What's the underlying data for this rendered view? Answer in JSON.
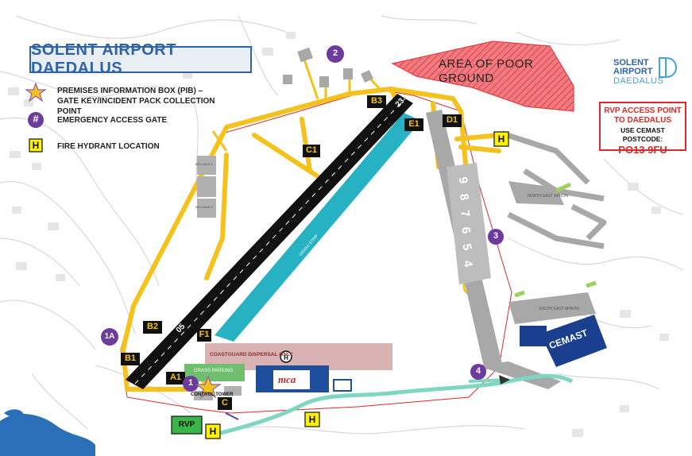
{
  "title": "SOLENT AIRPORT DAEDALUS",
  "logo": {
    "line1": "SOLENT",
    "line2": "AIRPORT",
    "line3": "DAEDALUS"
  },
  "legend": {
    "pib": "PREMISES INFORMATION BOX (PIB) – GATE KEY/INCIDENT PACK COLLECTION POINT",
    "gate_symbol": "#",
    "gate": "EMERGENCY ACCESS GATE",
    "hydrant_symbol": "H",
    "hydrant": "FIRE HYDRANT LOCATION"
  },
  "rvp_box": {
    "line1": "RVP ACCESS POINT",
    "line2": "TO DAEDALUS",
    "line3": "USE CEMAST POSTCODE:",
    "postcode": "PO13 9FU"
  },
  "poor_ground_label": "AREA OF POOR GROUND",
  "runway_ends": {
    "north": "23",
    "south": "05"
  },
  "taxiways": {
    "a1": "A1",
    "b1": "B1",
    "b2": "B2",
    "b3": "B3",
    "c1": "C1",
    "d1": "D1",
    "e1": "E1",
    "f1": "F1",
    "c": "C"
  },
  "gates": {
    "g1": "1",
    "g1a": "1A",
    "g2": "2",
    "g3": "3",
    "g4": "4"
  },
  "hydrant_label": "H",
  "rvp_label": "RVP",
  "pads": [
    "9",
    "8",
    "7",
    "6",
    "5",
    "4"
  ],
  "areas": {
    "coastguard": "COASTGUARD DISPERSAL ONLY",
    "grass_parking": "GRASS PARKING",
    "control_tower": "CONTROL TOWER",
    "cemast": "CEMAST",
    "mca": "mca",
    "grass_strip": "GRASS STRIP",
    "north_east_apron": "NORTH EAST APRON",
    "south_east_apron": "SOUTH EAST APRON",
    "bellman1": "BELLMAN 1",
    "bellman2": "BELLMAN 2"
  },
  "colors": {
    "taxiway": "#f5c21b",
    "runway": "#111111",
    "grass_runway": "#27b2c4",
    "gate": "#6d3b9e",
    "hydrant": "#fff200",
    "rvp": "#39b54a",
    "poor_ground": "#ee4d55",
    "cemast": "#1a3f8f",
    "sea": "#2b6fb8",
    "boundary": "#e12828",
    "road_green": "#7fd6c1"
  }
}
